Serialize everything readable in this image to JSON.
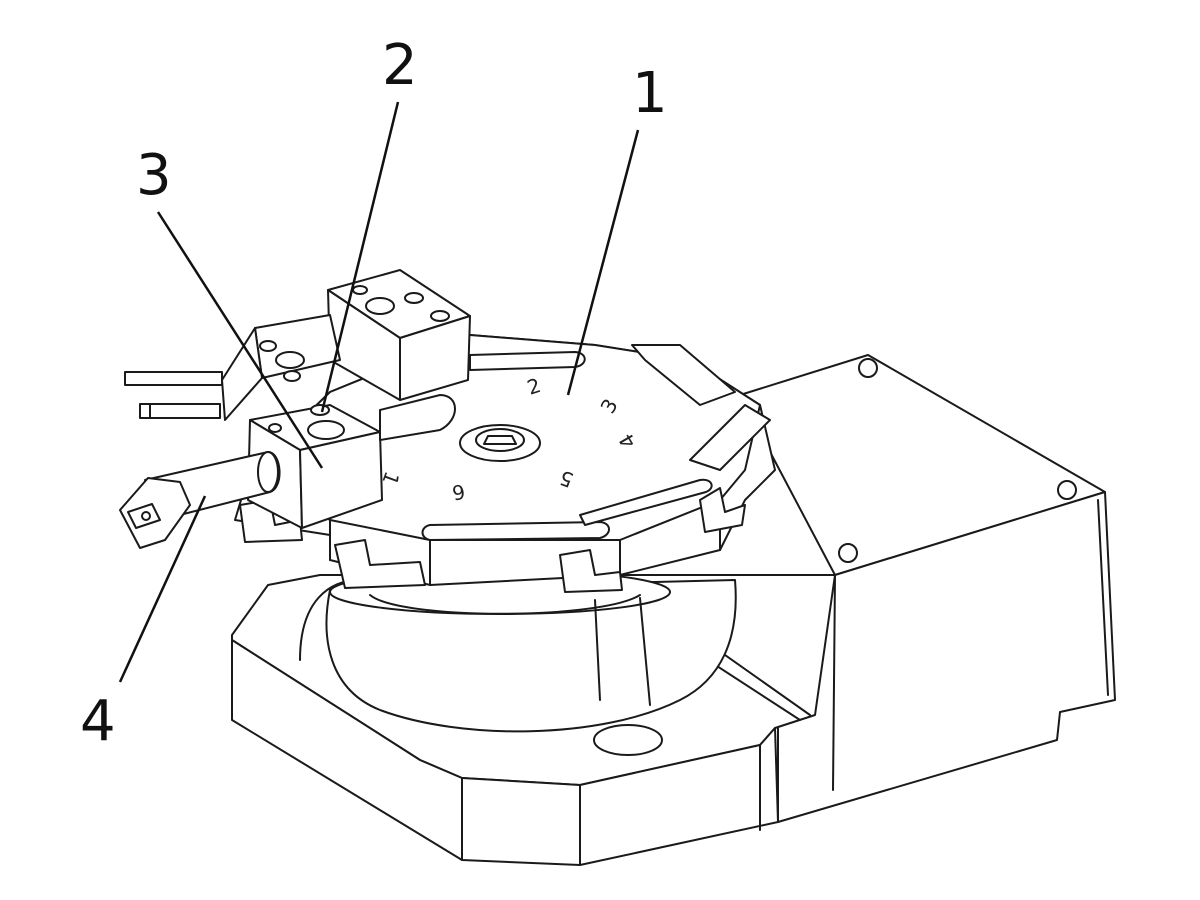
{
  "callouts": [
    {
      "label": "1"
    },
    {
      "label": "2"
    },
    {
      "label": "3"
    },
    {
      "label": "4"
    }
  ],
  "plate_numbers": [
    "2",
    "3",
    "4",
    "5",
    "6",
    "1"
  ],
  "colors": {
    "line": "#1a1a1a",
    "background": "#ffffff"
  }
}
